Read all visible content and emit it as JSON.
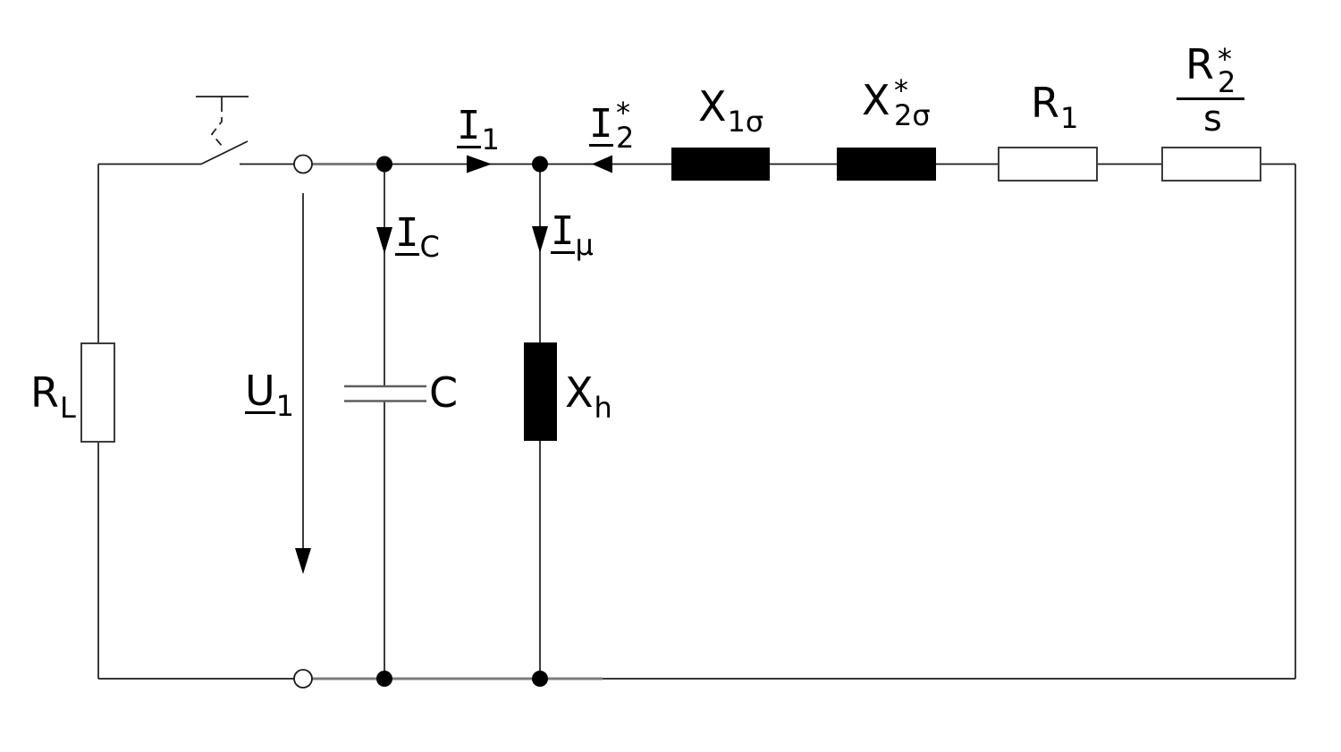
{
  "diagram": {
    "type": "circuit-schematic",
    "description": "Equivalent circuit of a self-excited induction generator: load resistor and excitation capacitor in parallel with magnetizing reactance and stator/rotor series impedances",
    "colors": {
      "background": "#ffffff",
      "line": "#000000",
      "component_fill": "#000000"
    },
    "labels": {
      "load_resistor": {
        "base": "R",
        "sub": "L"
      },
      "terminal_voltage": {
        "base": "U",
        "sub": "1"
      },
      "capacitor_current": {
        "base": "I",
        "sub": "C"
      },
      "stator_current": {
        "base": "I",
        "sub": "1"
      },
      "rotor_current": {
        "base": "I",
        "sub": "2",
        "sup": "*"
      },
      "capacitor": {
        "base": "C"
      },
      "magnetizing_current": {
        "base": "I",
        "sub": "μ"
      },
      "magnetizing_reactance": {
        "base": "X",
        "sub": "h"
      },
      "stator_leakage_reactance": {
        "base": "X",
        "sub": "1σ"
      },
      "rotor_leakage_reactance": {
        "base": "X",
        "sub": "2σ",
        "sup": "*"
      },
      "stator_resistance": {
        "base": "R",
        "sub": "1"
      },
      "rotor_resistance": {
        "base": "R",
        "sub": "2",
        "sup": "*",
        "denominator": "s"
      }
    }
  }
}
